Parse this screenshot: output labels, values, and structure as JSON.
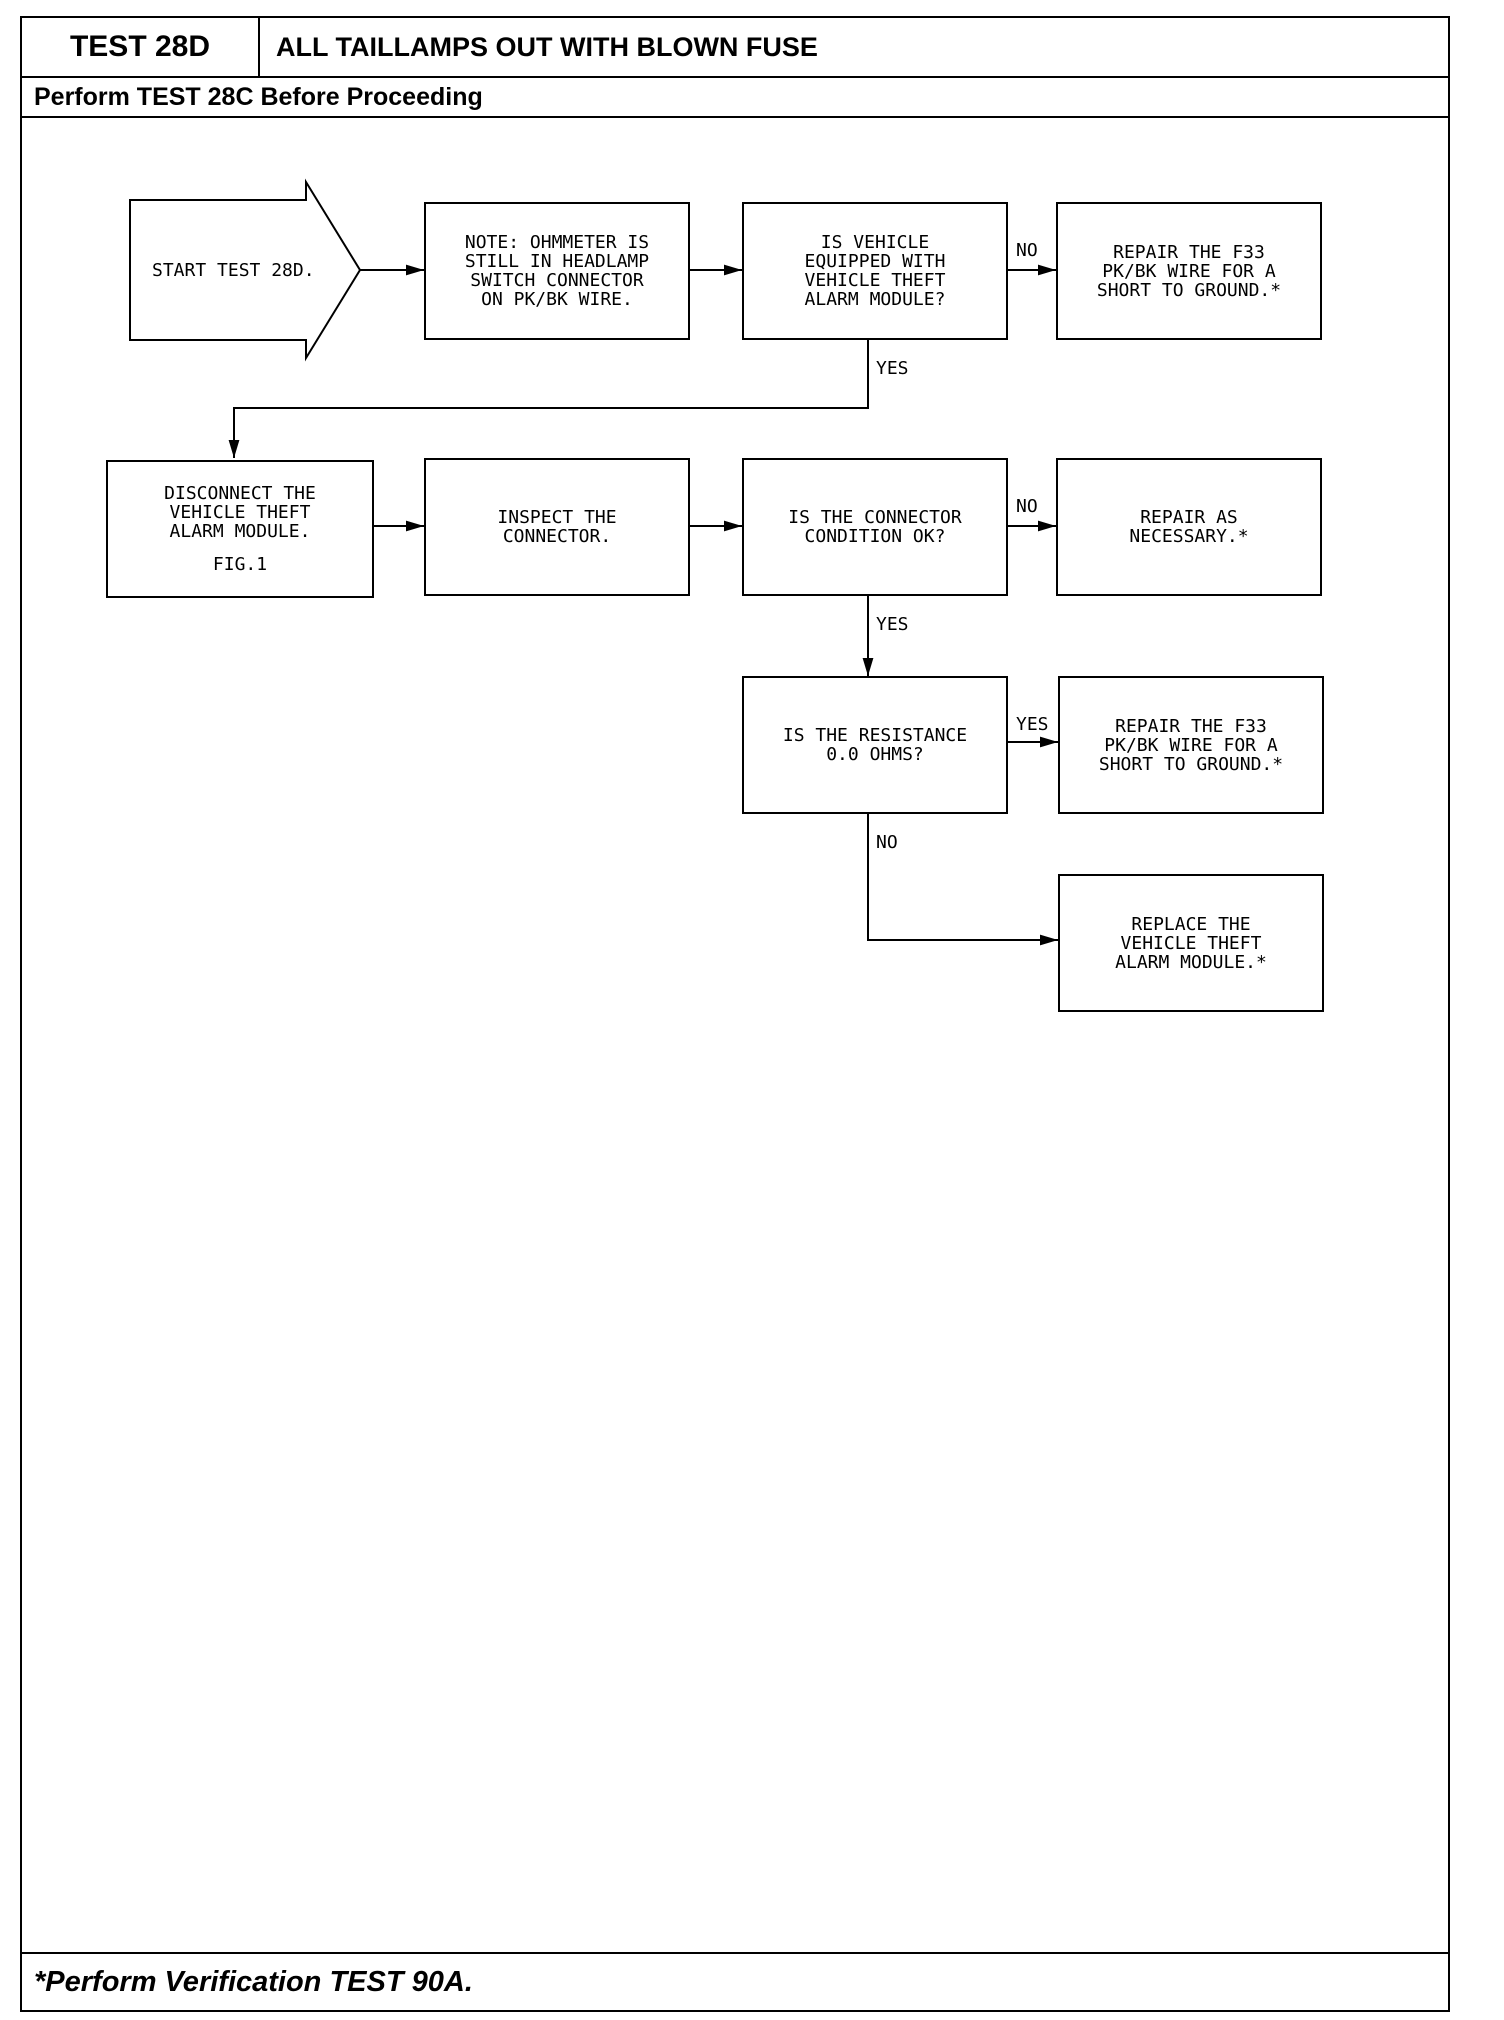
{
  "header": {
    "test_id": "TEST 28D",
    "title": "ALL TAILLAMPS OUT WITH BLOWN FUSE",
    "prerequisite": "Perform TEST 28C Before Proceeding"
  },
  "flowchart": {
    "start": "START TEST 28D.",
    "note": "NOTE: OHMMETER IS\nSTILL IN HEADLAMP\nSWITCH CONNECTOR\nON PK/BK WIRE.",
    "q1": "IS VEHICLE\nEQUIPPED WITH\nVEHICLE THEFT\nALARM MODULE?",
    "r1": "REPAIR THE F33\nPK/BK WIRE FOR A\nSHORT TO GROUND.*",
    "disconnect": "DISCONNECT THE\nVEHICLE THEFT\nALARM MODULE.",
    "disconnect_fig": "FIG.1",
    "inspect": "INSPECT THE\nCONNECTOR.",
    "q2": "IS THE CONNECTOR\nCONDITION OK?",
    "r2": "REPAIR AS\nNECESSARY.*",
    "q3": "IS THE RESISTANCE\n0.0 OHMS?",
    "r3": "REPAIR THE F33\nPK/BK WIRE FOR A\nSHORT TO GROUND.*",
    "r4": "REPLACE THE\nVEHICLE THEFT\nALARM MODULE.*",
    "labels": {
      "q1_no": "NO",
      "q1_yes": "YES",
      "q2_no": "NO",
      "q2_yes": "YES",
      "q3_yes": "YES",
      "q3_no": "NO"
    }
  },
  "footer": {
    "note": "*Perform Verification TEST 90A."
  }
}
